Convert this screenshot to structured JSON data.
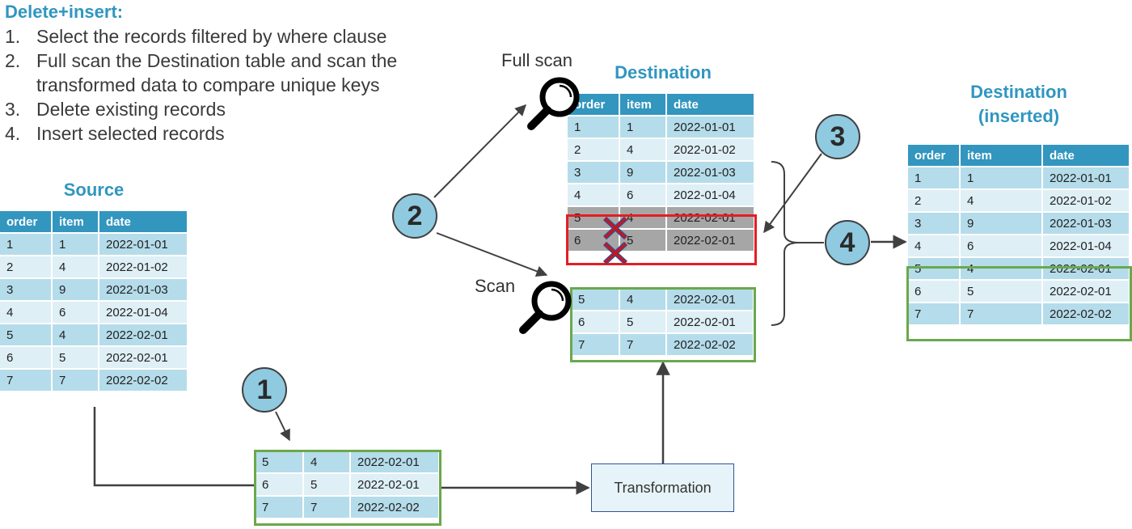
{
  "title": "Delete+insert:",
  "steps": [
    {
      "num": "1.",
      "text": "Select the records filtered by where clause"
    },
    {
      "num": "2.",
      "text": "Full scan the Destination table and scan the transformed data to compare unique keys"
    },
    {
      "num": "3.",
      "text": "Delete existing records"
    },
    {
      "num": "4.",
      "text": "Insert selected records"
    }
  ],
  "source": {
    "heading": "Source",
    "columns": [
      "order",
      "item",
      "date"
    ],
    "rows": [
      [
        "1",
        "1",
        "2022-01-01"
      ],
      [
        "2",
        "4",
        "2022-01-02"
      ],
      [
        "3",
        "9",
        "2022-01-03"
      ],
      [
        "4",
        "6",
        "2022-01-04"
      ],
      [
        "5",
        "4",
        "2022-02-01"
      ],
      [
        "6",
        "5",
        "2022-02-01"
      ],
      [
        "7",
        "7",
        "2022-02-02"
      ]
    ]
  },
  "filtered": {
    "rows": [
      [
        "5",
        "4",
        "2022-02-01"
      ],
      [
        "6",
        "5",
        "2022-02-01"
      ],
      [
        "7",
        "7",
        "2022-02-02"
      ]
    ]
  },
  "transformation": {
    "label": "Transformation"
  },
  "destination": {
    "heading": "Destination",
    "columns": [
      "order",
      "item",
      "date"
    ],
    "rows": [
      [
        "1",
        "1",
        "2022-01-01"
      ],
      [
        "2",
        "4",
        "2022-01-02"
      ],
      [
        "3",
        "9",
        "2022-01-03"
      ],
      [
        "4",
        "6",
        "2022-01-04"
      ]
    ],
    "deleted_rows": [
      [
        "5",
        "4",
        "2022-02-01"
      ],
      [
        "6",
        "5",
        "2022-02-01"
      ]
    ]
  },
  "scanned": {
    "rows": [
      [
        "5",
        "4",
        "2022-02-01"
      ],
      [
        "6",
        "5",
        "2022-02-01"
      ],
      [
        "7",
        "7",
        "2022-02-02"
      ]
    ]
  },
  "inserted": {
    "heading_line1": "Destination",
    "heading_line2": "(inserted)",
    "columns": [
      "order",
      "item",
      "date"
    ],
    "rows": [
      [
        "1",
        "1",
        "2022-01-01"
      ],
      [
        "2",
        "4",
        "2022-01-02"
      ],
      [
        "3",
        "9",
        "2022-01-03"
      ],
      [
        "4",
        "6",
        "2022-01-04"
      ],
      [
        "5",
        "4",
        "2022-02-01"
      ],
      [
        "6",
        "5",
        "2022-02-01"
      ],
      [
        "7",
        "7",
        "2022-02-02"
      ]
    ]
  },
  "labels": {
    "full_scan": "Full scan",
    "scan": "Scan"
  },
  "markers": [
    "1",
    "2",
    "3",
    "4"
  ],
  "colors": {
    "header": "#3296bf",
    "row_dark": "#b5dcea",
    "row_light": "#deeff6",
    "deleted": "#a6a6a6",
    "green": "#6ba84c",
    "red": "#e31e24",
    "circle": "#8fcae0",
    "title": "#3096c0"
  }
}
